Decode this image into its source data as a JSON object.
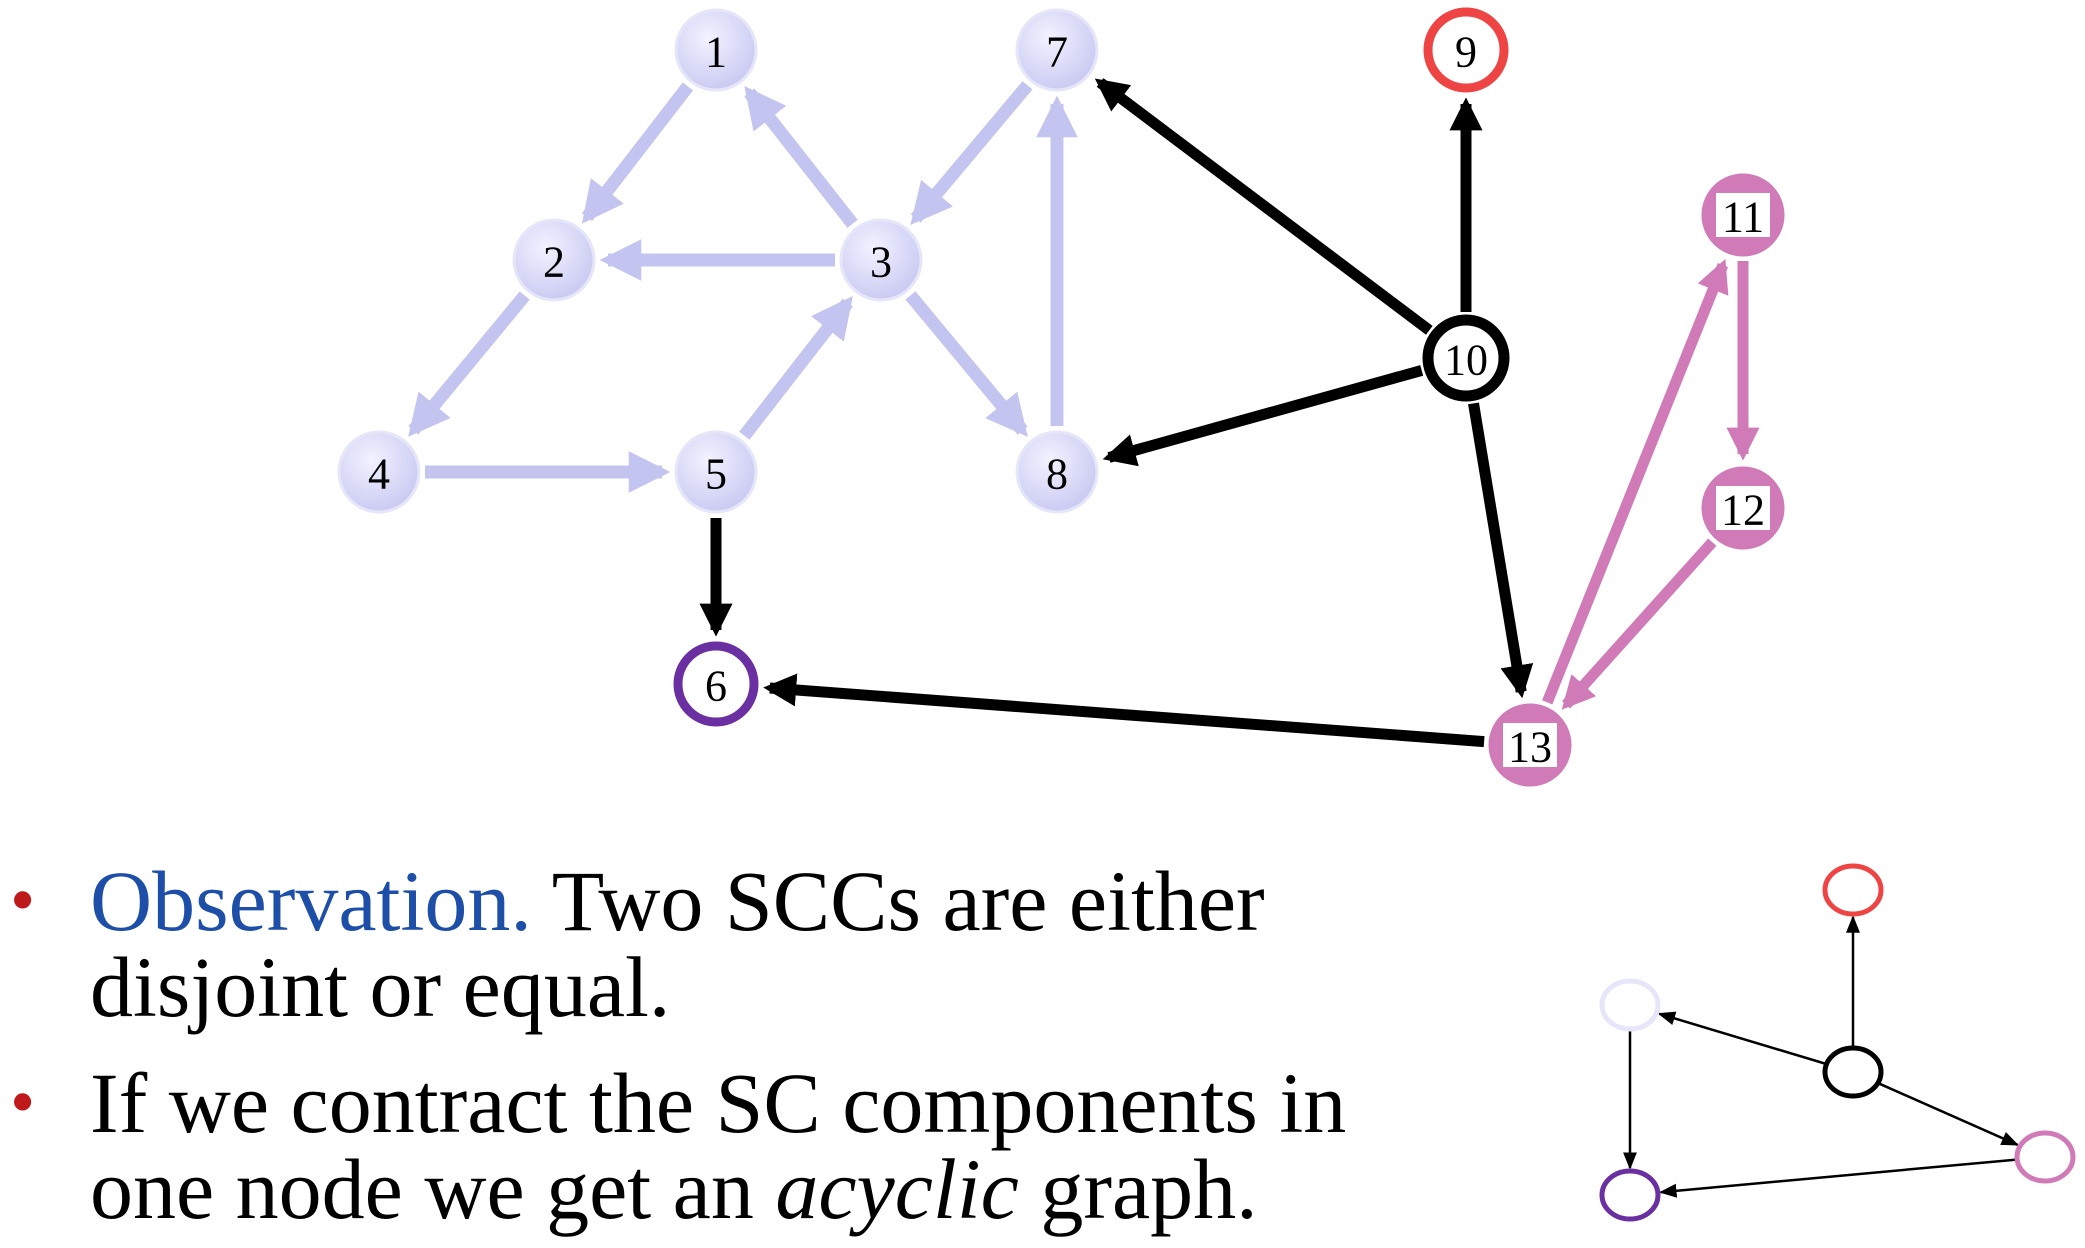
{
  "graph": {
    "nodes": [
      {
        "id": "1",
        "label": "1",
        "group": "lavender"
      },
      {
        "id": "2",
        "label": "2",
        "group": "lavender"
      },
      {
        "id": "3",
        "label": "3",
        "group": "lavender"
      },
      {
        "id": "4",
        "label": "4",
        "group": "lavender"
      },
      {
        "id": "5",
        "label": "5",
        "group": "lavender"
      },
      {
        "id": "7",
        "label": "7",
        "group": "lavender"
      },
      {
        "id": "8",
        "label": "8",
        "group": "lavender"
      },
      {
        "id": "6",
        "label": "6",
        "group": "purple"
      },
      {
        "id": "9",
        "label": "9",
        "group": "red"
      },
      {
        "id": "10",
        "label": "10",
        "group": "black"
      },
      {
        "id": "11",
        "label": "11",
        "group": "pink"
      },
      {
        "id": "12",
        "label": "12",
        "group": "pink"
      },
      {
        "id": "13",
        "label": "13",
        "group": "pink"
      }
    ],
    "edges": [
      {
        "from": "1",
        "to": "2",
        "group": "lavender"
      },
      {
        "from": "3",
        "to": "1",
        "group": "lavender"
      },
      {
        "from": "3",
        "to": "2",
        "group": "lavender"
      },
      {
        "from": "2",
        "to": "4",
        "group": "lavender"
      },
      {
        "from": "4",
        "to": "5",
        "group": "lavender"
      },
      {
        "from": "5",
        "to": "3",
        "group": "lavender"
      },
      {
        "from": "7",
        "to": "3",
        "group": "lavender"
      },
      {
        "from": "3",
        "to": "8",
        "group": "lavender"
      },
      {
        "from": "8",
        "to": "7",
        "group": "lavender"
      },
      {
        "from": "5",
        "to": "6",
        "group": "black"
      },
      {
        "from": "10",
        "to": "7",
        "group": "black"
      },
      {
        "from": "10",
        "to": "9",
        "group": "black"
      },
      {
        "from": "10",
        "to": "8",
        "group": "black"
      },
      {
        "from": "10",
        "to": "13",
        "group": "black"
      },
      {
        "from": "13",
        "to": "6",
        "group": "black"
      },
      {
        "from": "11",
        "to": "12",
        "group": "pink"
      },
      {
        "from": "12",
        "to": "13",
        "group": "pink"
      },
      {
        "from": "13",
        "to": "11",
        "group": "pink"
      }
    ]
  },
  "condensed_graph": {
    "nodes": [
      {
        "id": "red",
        "group": "red"
      },
      {
        "id": "lavender",
        "group": "lavender"
      },
      {
        "id": "black",
        "group": "black"
      },
      {
        "id": "pink",
        "group": "pink"
      },
      {
        "id": "purple",
        "group": "purple"
      }
    ],
    "edges": [
      {
        "from": "black",
        "to": "red"
      },
      {
        "from": "black",
        "to": "lavender"
      },
      {
        "from": "black",
        "to": "pink"
      },
      {
        "from": "lavender",
        "to": "purple"
      },
      {
        "from": "pink",
        "to": "purple"
      }
    ]
  },
  "colors": {
    "lavender_fill": "#dcdcf8",
    "lavender_edge": "#c4c4f0",
    "lavender_outline": "#e6e6fa",
    "purple": "#6a2fa0",
    "red": "#ee4444",
    "black": "#000000",
    "pink": "#d07ab8",
    "bullet": "#c0191c",
    "lead": "#1e4fa8"
  },
  "bullets": [
    {
      "lead": "Observation.",
      "line1": " Two SCCs are either",
      "line2": "disjoint or equal."
    },
    {
      "lead": "",
      "line1": "If we contract the SC components in",
      "line2_pre": "one node we get an ",
      "line2_em": "acyclic",
      "line2_post": " graph."
    }
  ],
  "bullet_symbol": "•"
}
